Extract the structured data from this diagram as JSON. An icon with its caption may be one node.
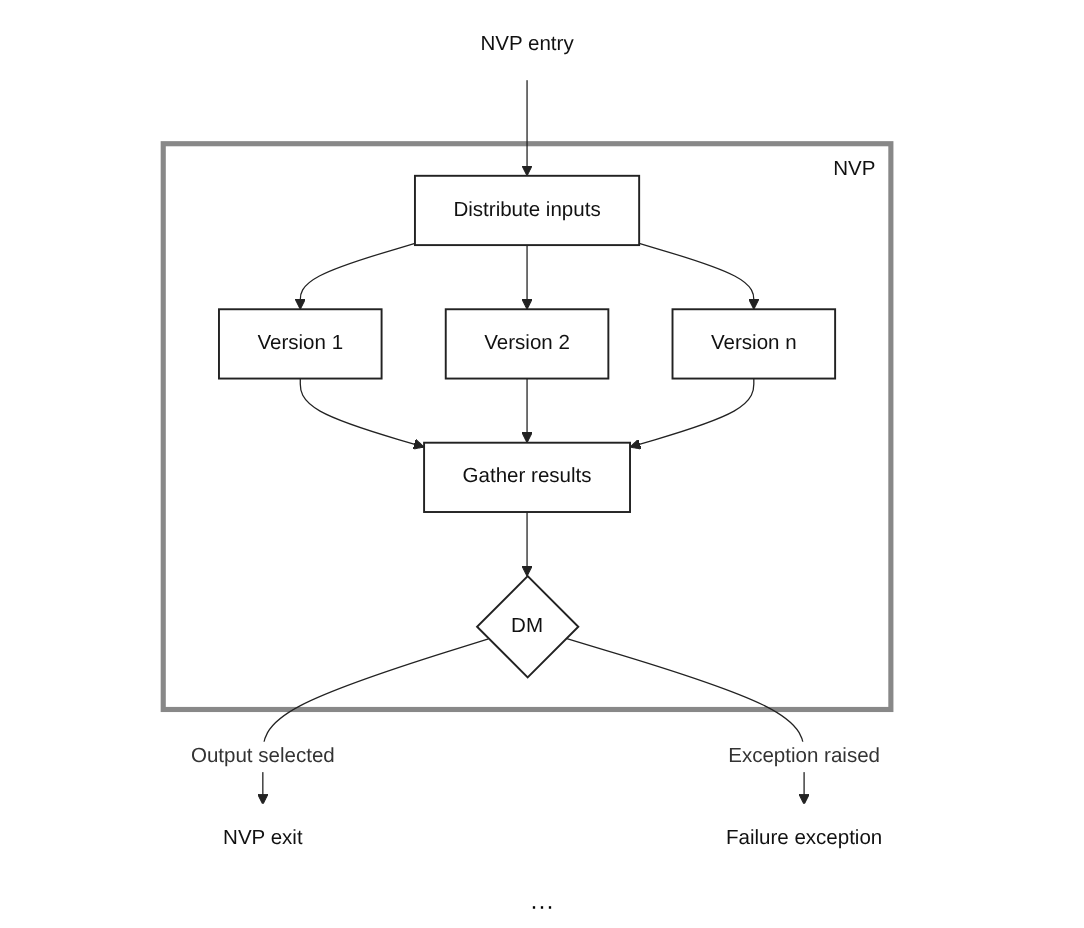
{
  "diagram": {
    "nodes": [
      {
        "text": [
          "NVP"
        ]
      },
      {
        "text": [
          "Distribute inputs"
        ],
        "in": 0
      },
      {
        "text": [
          "Version 1"
        ],
        "in": 0
      },
      {
        "text": [
          "Version 2"
        ],
        "in": 0
      },
      {
        "text": [
          "Version n"
        ],
        "in": 0
      },
      {
        "text": [
          "Gather results"
        ],
        "in": 0
      },
      {
        "text": [
          "DM"
        ],
        "in": 0
      },
      {
        "text": [
          "NVP entry"
        ]
      },
      {
        "text": [
          "NVP exit"
        ]
      },
      {
        "text": [
          "Failure exception"
        ]
      }
    ],
    "edges": [
      {
        "from": 7,
        "to": 1,
        "arrow": "to"
      },
      {
        "from": 1,
        "to": 2,
        "arrow": "to"
      },
      {
        "from": 1,
        "to": 3,
        "arrow": "to"
      },
      {
        "from": 1,
        "to": 4,
        "arrow": "to"
      },
      {
        "from": 2,
        "to": 5,
        "arrow": "to"
      },
      {
        "from": 3,
        "to": 5,
        "arrow": "to"
      },
      {
        "from": 4,
        "to": 5,
        "arrow": "to"
      },
      {
        "from": 5,
        "to": 6,
        "arrow": "to"
      },
      {
        "from": 6,
        "to": 8,
        "arrow": "to",
        "label": "Output selected"
      },
      {
        "from": 6,
        "to": 9,
        "arrow": "to",
        "label": "Exception raised"
      }
    ],
    "labels": [
      "···"
    ]
  }
}
